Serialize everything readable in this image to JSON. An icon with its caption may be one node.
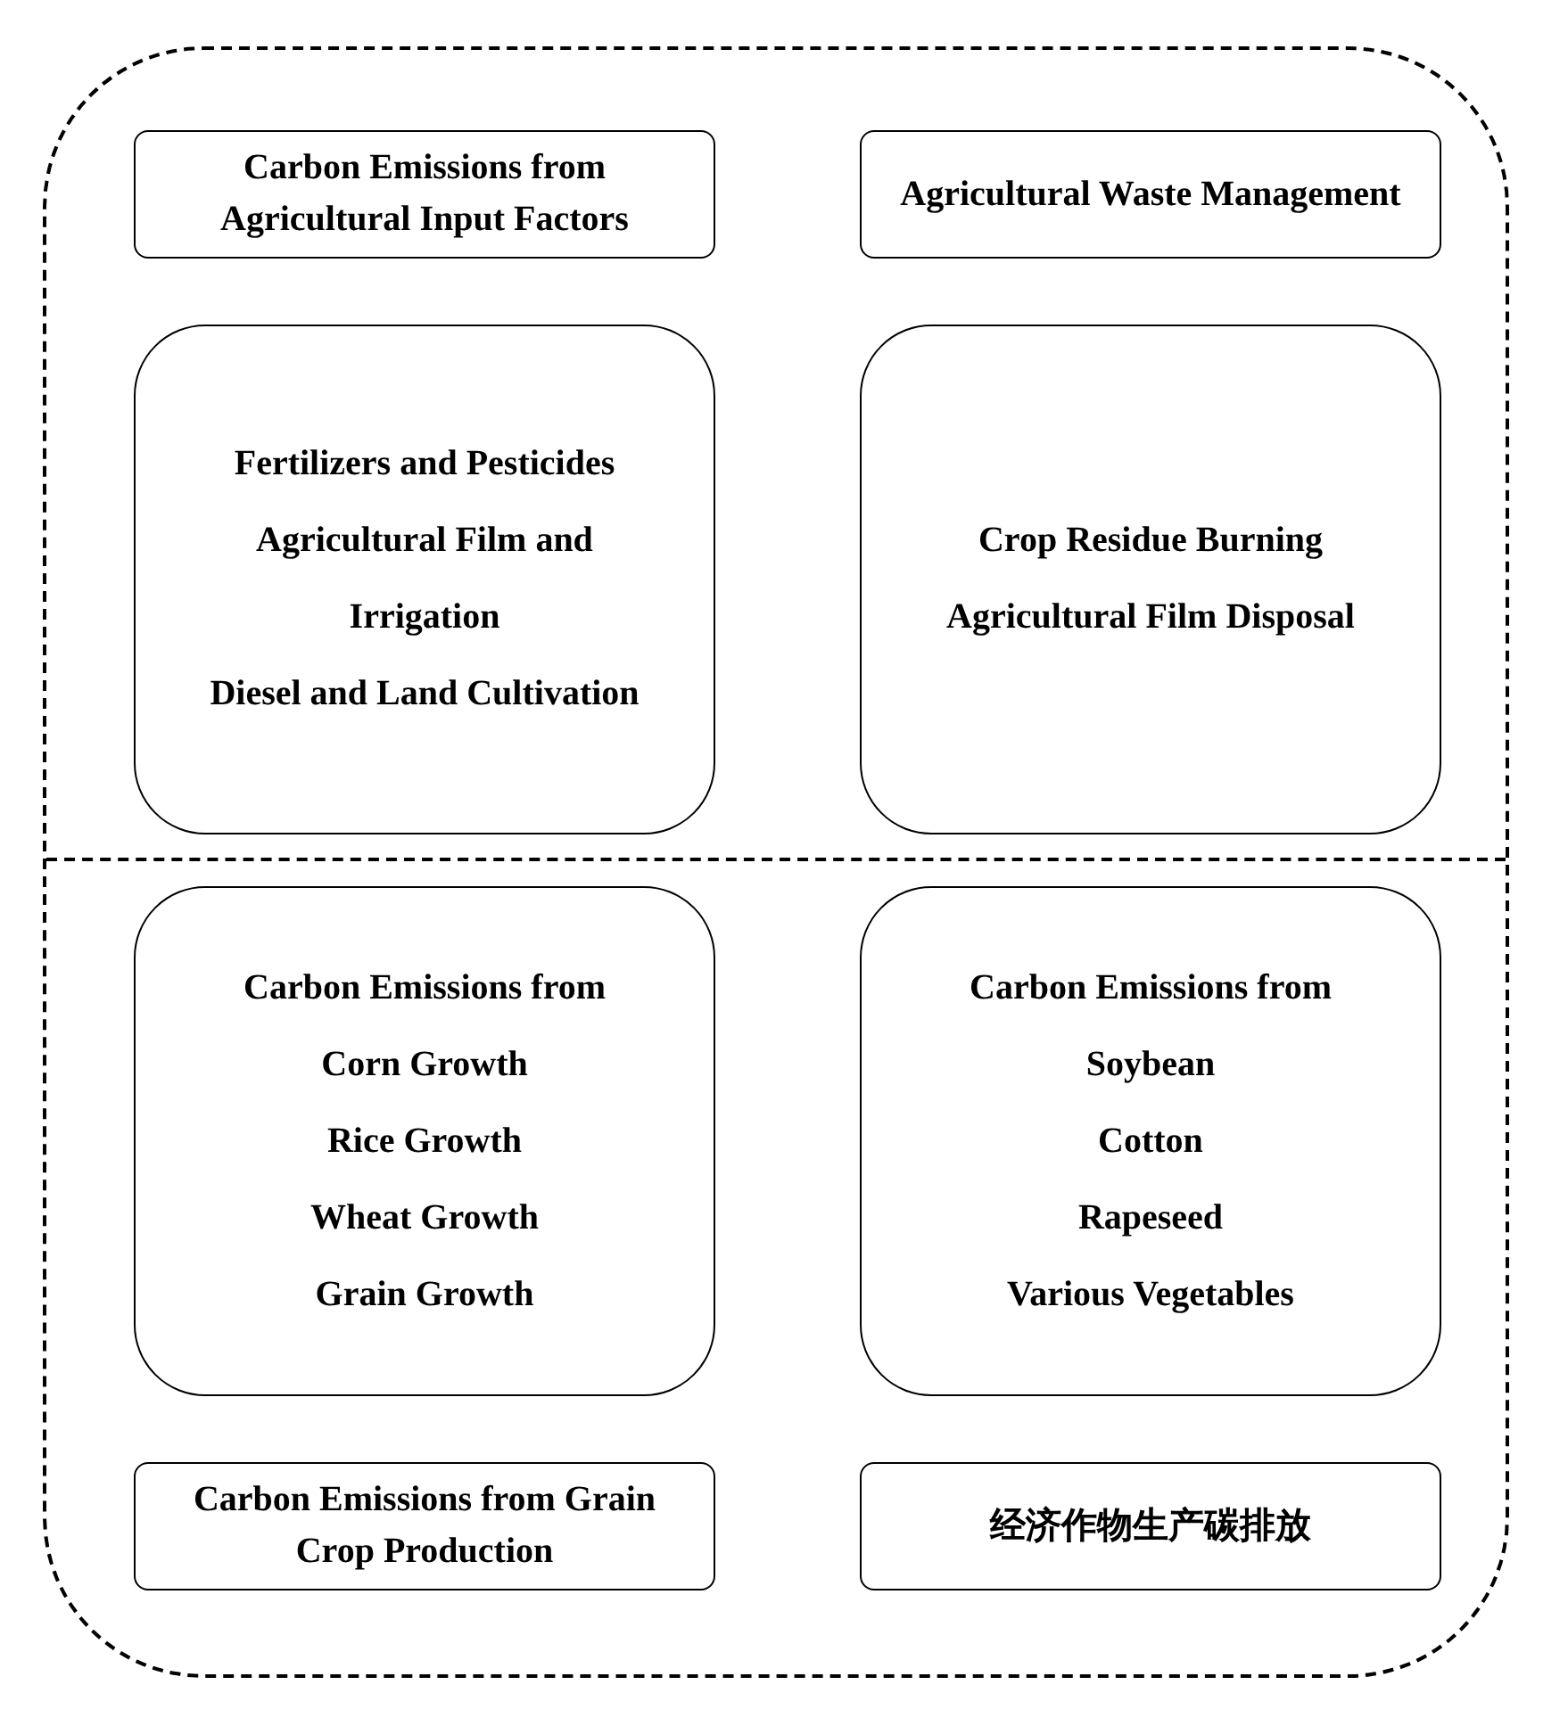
{
  "diagram": {
    "nodes": [
      {
        "text": [],
        "shape": "box"
      },
      {
        "text": [
          "Carbon Emissions from Agricultural Input Factors"
        ],
        "in": 0
      },
      {
        "text": [
          "Agricultural Waste Management"
        ],
        "in": 0
      },
      {
        "text": [
          "Fertilizers and Pesticides",
          "Agricultural Film and Irrigation",
          "Diesel and Land Cultivation"
        ],
        "in": 0
      },
      {
        "text": [
          "Crop Residue Burning",
          "Agricultural Film Disposal"
        ],
        "in": 0
      },
      {
        "text": [
          "Carbon Emissions from",
          "Corn Growth",
          "Rice Growth",
          "Wheat Growth",
          "Grain Growth"
        ],
        "in": 0
      },
      {
        "text": [
          "Carbon Emissions from",
          "Soybean",
          "Cotton",
          "Rapeseed",
          "Various Vegetables"
        ],
        "in": 0
      },
      {
        "text": [
          "Carbon Emissions from Grain Crop Production"
        ],
        "in": 0
      },
      {
        "text": [
          "经济作物生产碳排放"
        ],
        "in": 0
      }
    ],
    "edges": []
  }
}
